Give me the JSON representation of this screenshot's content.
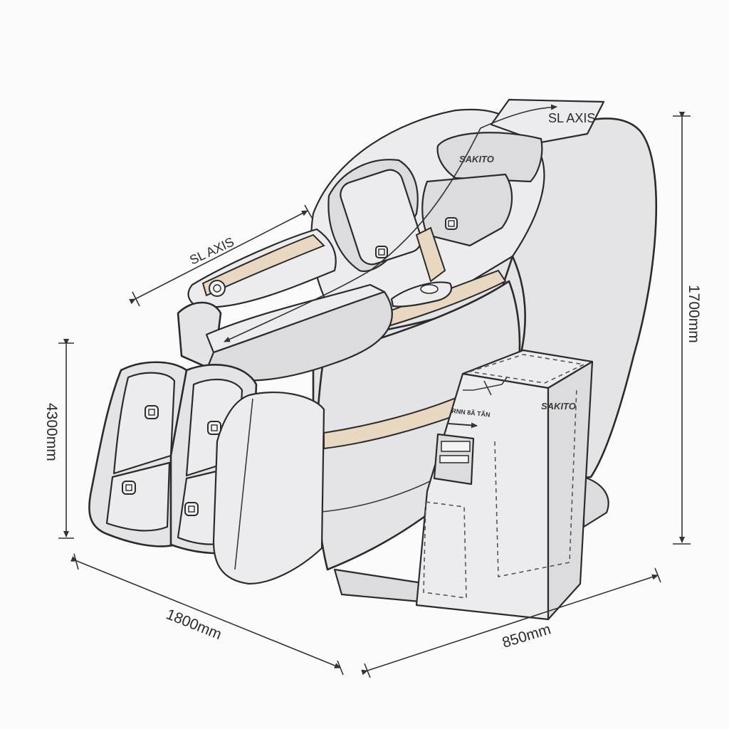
{
  "dimensions": {
    "height": "1700mm",
    "leg_height": "4300mm",
    "length": "1800mm",
    "width": "850mm"
  },
  "labels": {
    "arm_axis": "SL AXIS",
    "top_axis": "SL AXIS"
  },
  "brand": {
    "headrest": "SAKITO",
    "cabinet": "SAKITO"
  },
  "cabinet": {
    "panel_text": "RNN 8Ã TÃN"
  },
  "colors": {
    "shell": "#e4e4e6",
    "accent_beige": "#e8d8c2",
    "outline": "#2b2b2b"
  }
}
